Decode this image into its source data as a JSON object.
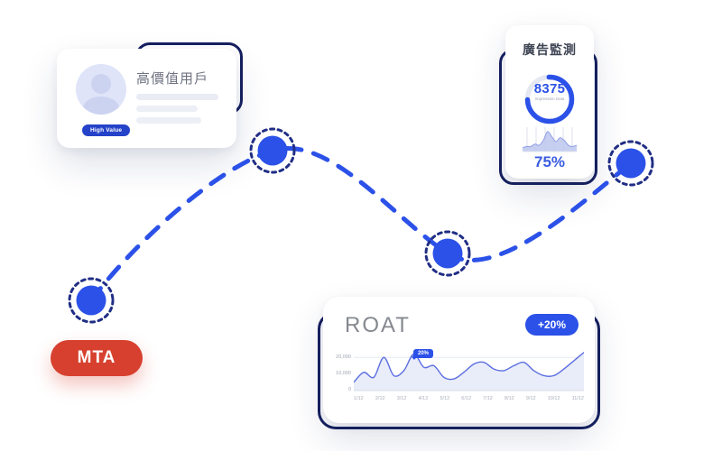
{
  "colors": {
    "accent": "#2b51e8",
    "navy": "#16205f",
    "red": "#d7402e",
    "line": "#5b6ee0",
    "line_fill": "#e9ecf9",
    "spark_fill": "#b9c3ee",
    "spark_line": "#8f9de4"
  },
  "cards": {
    "high_value": {
      "title": "高價值用戶",
      "badge": "High Value"
    },
    "ad_monitor": {
      "title": "廣告監測"
    },
    "roat": {
      "title": "ROAT",
      "badge": "+20%"
    }
  },
  "mta": {
    "label": "MTA"
  },
  "chart_data": [
    {
      "name": "roat-trend",
      "type": "line",
      "title": "ROAT",
      "x": [
        "1/12",
        "2/12",
        "3/12",
        "4/12",
        "5/12",
        "6/12",
        "7/12",
        "8/12",
        "9/12",
        "10/12",
        "11/12"
      ],
      "values": [
        11000,
        21000,
        12000,
        21000,
        8000,
        16000,
        13000,
        17000,
        9000,
        15000,
        23000
      ],
      "curve": [
        5,
        11,
        8,
        20,
        9,
        12,
        22,
        14,
        15,
        8,
        7,
        11,
        16,
        17,
        13,
        12,
        15,
        17,
        12,
        9,
        9,
        13,
        18,
        23
      ],
      "curve_units": "thousands",
      "y_ticks": [
        "20,000",
        "10,000",
        "0"
      ],
      "ylim": [
        0,
        25000
      ],
      "grid": "horizontal-at-20000",
      "annotation": {
        "x": "4/12",
        "label": "20%"
      },
      "line_color": "#5b6ee0",
      "fill_color": "#e9ecf9"
    },
    {
      "name": "ad-monitor-donut",
      "type": "pie",
      "values": [
        75,
        25
      ],
      "center_label": "8375",
      "caption": "Impression Data",
      "display_percent": "75%",
      "ring_color": "#2b51e8",
      "track_color": "#e5e8f1"
    },
    {
      "name": "ad-monitor-sparkline",
      "type": "area",
      "values": [
        3,
        4,
        4,
        6,
        5,
        9,
        16,
        12,
        8,
        11,
        9,
        5,
        4,
        5
      ],
      "ylim": [
        0,
        18
      ]
    }
  ]
}
